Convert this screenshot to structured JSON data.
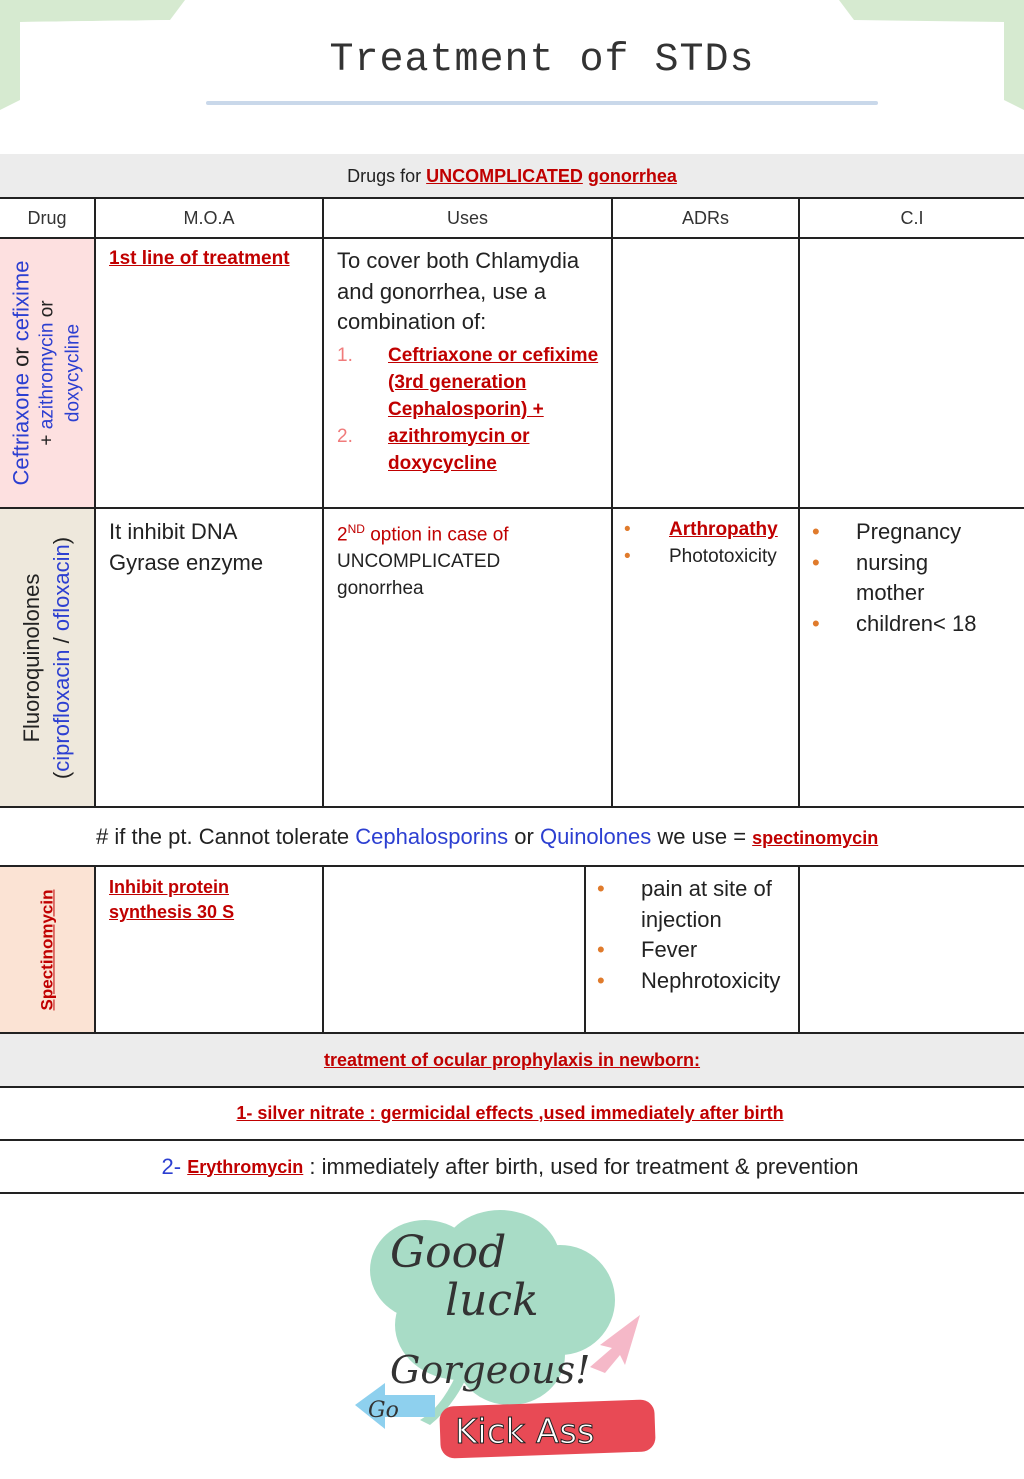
{
  "title": "Treatment of STDs",
  "section_title": {
    "prefix": "Drugs for ",
    "highlight1": "UNCOMPLICATED",
    "highlight2": "gonorrhea"
  },
  "headers": {
    "drug": "Drug",
    "moa": "M.O.A",
    "uses": "Uses",
    "adrs": "ADRs",
    "ci": "C.I"
  },
  "row1": {
    "drug_line1_a": "Ceftriaxone",
    "drug_line1_b": " or ",
    "drug_line1_c": "cefixime",
    "drug_line2_a": "+ ",
    "drug_line2_b": "azithromycin",
    "drug_line2_c": " or",
    "drug_line3": "doxycycline",
    "moa": "1st line of treatment",
    "uses_intro": "To cover both Chlamydia and gonorrhea, use a combination of:",
    "uses_items": [
      {
        "num": "1.",
        "text": "Ceftriaxone or cefixime (3rd generation Cephalosporin) +"
      },
      {
        "num": "2.",
        "text": "azithromycin or doxycycline"
      }
    ]
  },
  "row2": {
    "drug_line1": "Fluoroquinolones",
    "drug_line2_open": "(",
    "drug_line2_a": "ciprofloxacin",
    "drug_line2_sep": " / ",
    "drug_line2_b": "ofloxacin",
    "drug_line2_close": ")",
    "moa": "It inhibit DNA Gyrase enzyme",
    "uses_num": "2",
    "uses_sup": "ND",
    "uses_red": " option in case of",
    "uses_black": "UNCOMPLICATED gonorrhea",
    "adrs": [
      "Arthropathy",
      "Phototoxicity"
    ],
    "ci": [
      "Pregnancy",
      "nursing mother",
      "children< 18"
    ]
  },
  "note": {
    "a": "# if the pt. Cannot tolerate ",
    "b": "Cephalosporins",
    "c": " or ",
    "d": "Quinolones",
    "e": " we use = ",
    "f": "spectinomycin"
  },
  "row3": {
    "drug": "Spectinomycin",
    "moa": "Inhibit protein synthesis 30 S",
    "adrs": [
      "pain at site of injection",
      "Fever",
      "Nephrotoxicity"
    ]
  },
  "ocular": {
    "heading": "treatment of ocular prophylaxis in newborn:",
    "item1": "1- silver nitrate : germicidal effects ,used immediately after birth",
    "item2_num": "2- ",
    "item2_drug": "Erythromycin",
    "item2_rest": " : immediately after birth, used for treatment & prevention"
  },
  "sticker": {
    "line1": "Good",
    "line2": "luck",
    "line3": "Gorgeous!",
    "line4": "Go",
    "line5": "Kick Ass"
  },
  "colors": {
    "accent_red": "#c00000",
    "accent_blue": "#2c3fd1",
    "bullet_orange": "#e07b2c",
    "row1_bg": "#fde0e0",
    "row2_bg": "#eee8dc",
    "row3_bg": "#fbe3d4",
    "corner_green": "#d6ead0"
  }
}
